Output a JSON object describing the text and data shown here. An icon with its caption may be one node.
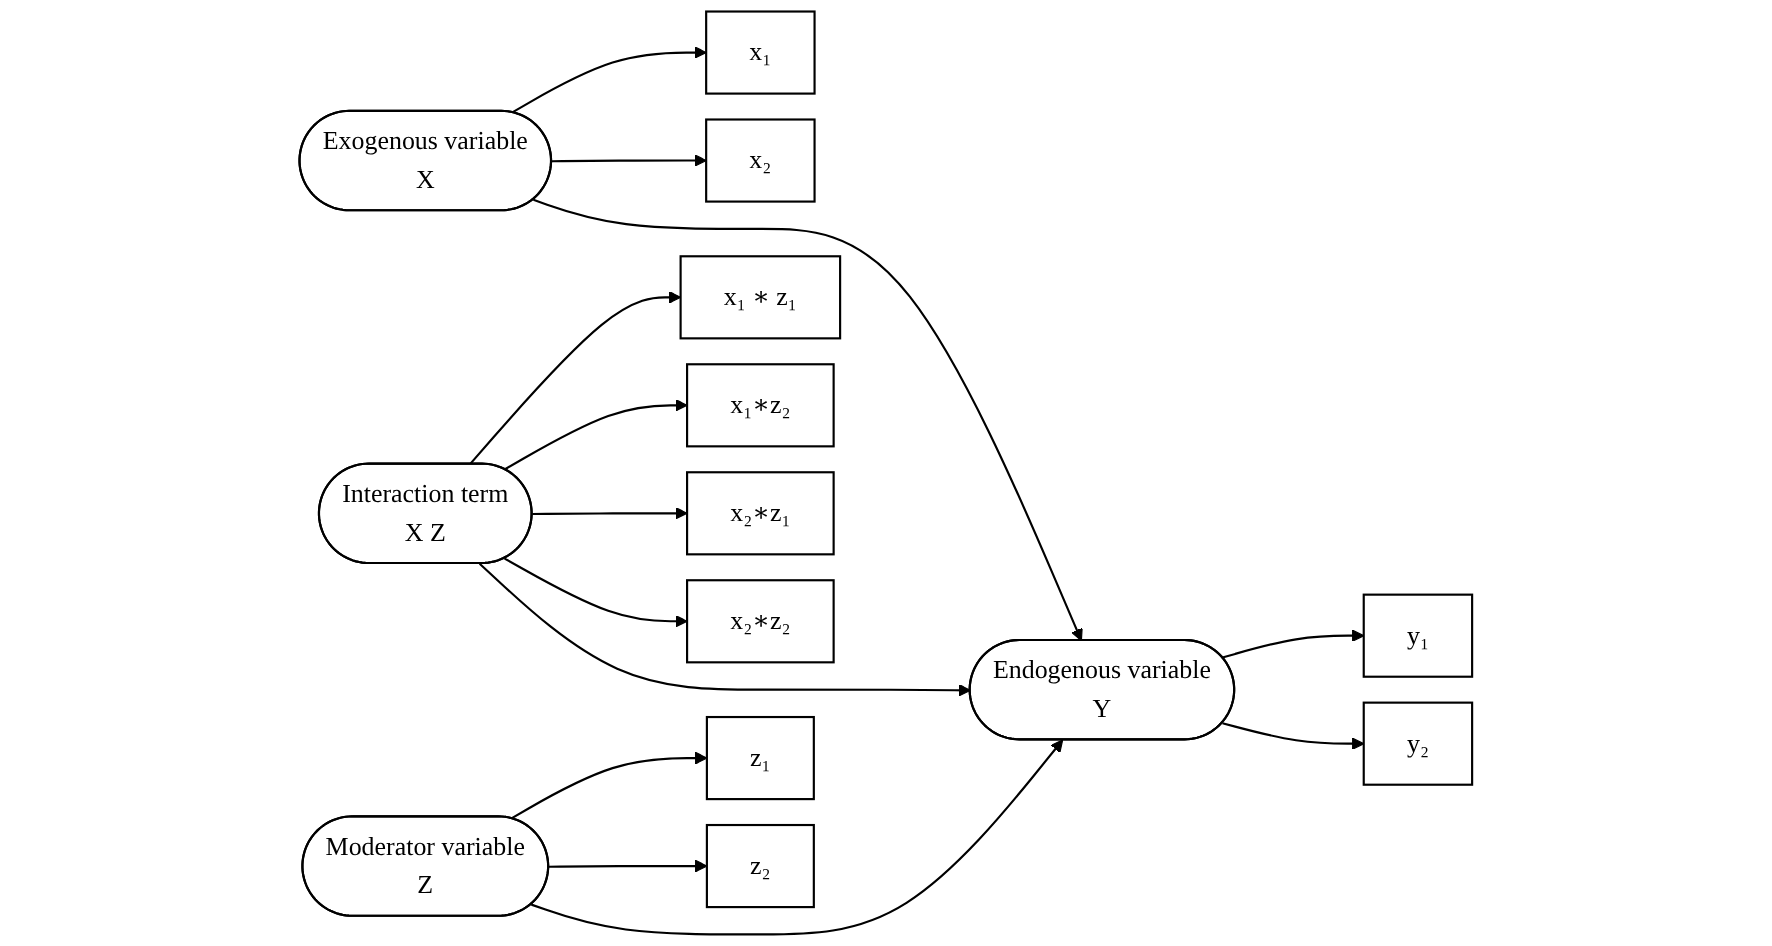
{
  "diagram": {
    "nodes": [
      {
        "text": [
          "x₁"
        ]
      },
      {
        "text": [
          "x₂"
        ]
      },
      {
        "text": [
          "Exogenous variable",
          "X"
        ]
      },
      {
        "text": [
          "x₁ ∗ z₁"
        ]
      },
      {
        "text": [
          "x₁∗z₂"
        ]
      },
      {
        "text": [
          "x₂∗z₁"
        ]
      },
      {
        "text": [
          "x₂∗z₂"
        ]
      },
      {
        "text": [
          "Interaction term",
          "X Z"
        ]
      },
      {
        "text": [
          "z₁"
        ]
      },
      {
        "text": [
          "z₂"
        ]
      },
      {
        "text": [
          "Moderator variable",
          "Z"
        ]
      },
      {
        "text": [
          "Endogenous variable",
          "Y"
        ]
      },
      {
        "text": [
          "y₁"
        ]
      },
      {
        "text": [
          "y₂"
        ]
      }
    ],
    "edges": [
      {
        "from": 2,
        "to": 0,
        "arrow": "to"
      },
      {
        "from": 2,
        "to": 1,
        "arrow": "to"
      },
      {
        "from": 7,
        "to": 3,
        "arrow": "to"
      },
      {
        "from": 7,
        "to": 4,
        "arrow": "to"
      },
      {
        "from": 7,
        "to": 5,
        "arrow": "to"
      },
      {
        "from": 7,
        "to": 6,
        "arrow": "to"
      },
      {
        "from": 10,
        "to": 8,
        "arrow": "to"
      },
      {
        "from": 10,
        "to": 9,
        "arrow": "to"
      },
      {
        "from": 2,
        "to": 11,
        "arrow": "to"
      },
      {
        "from": 7,
        "to": 11,
        "arrow": "to"
      },
      {
        "from": 10,
        "to": 11,
        "arrow": "to"
      },
      {
        "from": 11,
        "to": 12,
        "arrow": "to"
      },
      {
        "from": 11,
        "to": 13,
        "arrow": "to"
      }
    ]
  }
}
